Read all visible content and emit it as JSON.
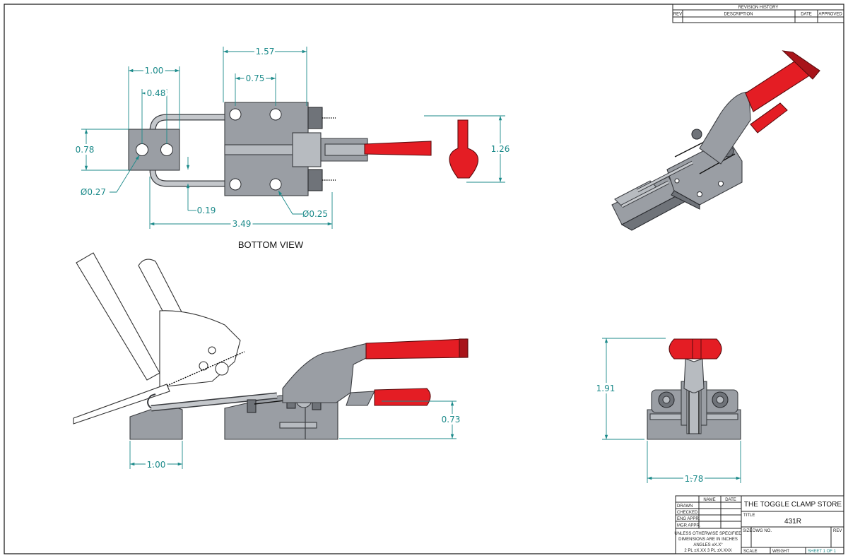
{
  "views": {
    "bottom_view_caption": "BOTTOM VIEW"
  },
  "dimensions": {
    "d1_57": "1.57",
    "d0_75": "0.75",
    "d1_00_top": "1.00",
    "d0_48": "0.48",
    "d0_78": "0.78",
    "d1_26": "1.26",
    "d_phi_027": "Ø0.27",
    "d0_19": "0.19",
    "d_phi_025": "Ø0.25",
    "d3_49": "3.49",
    "d0_73": "0.73",
    "d1_00_side": "1.00",
    "d1_91": "1.91",
    "d1_78": "1.78"
  },
  "revision_history": {
    "title": "REVISION HISTORY",
    "headers": [
      "REV",
      "DESCRIPTION",
      "DATE",
      "APPROVED"
    ]
  },
  "title_block": {
    "col_name": "NAME",
    "col_date": "DATE",
    "rows": [
      "DRAWN",
      "CHECKED",
      "ENG APPR.",
      "MGR APPR."
    ],
    "notes": [
      "UNLESS OTHERWISE SPECIFIED",
      "DIMENSIONS ARE IN INCHES",
      "ANGLES ±X.X°",
      "2 PL ±X.XX 3 PL ±X.XXX"
    ],
    "company": "THE TOGGLE CLAMP STORE",
    "title_label": "TITLE",
    "part_number": "431R",
    "size_label": "SIZE",
    "dwg_label": "DWG NO.",
    "rev_label": "REV",
    "scale_label": "SCALE",
    "weight_label": "WEIGHT",
    "sheet_label": "SHEET 1 OF 1"
  },
  "colors": {
    "dimension": "#1b8a8a",
    "handle_red": "#e41d24",
    "steel": "#9a9ea4"
  }
}
